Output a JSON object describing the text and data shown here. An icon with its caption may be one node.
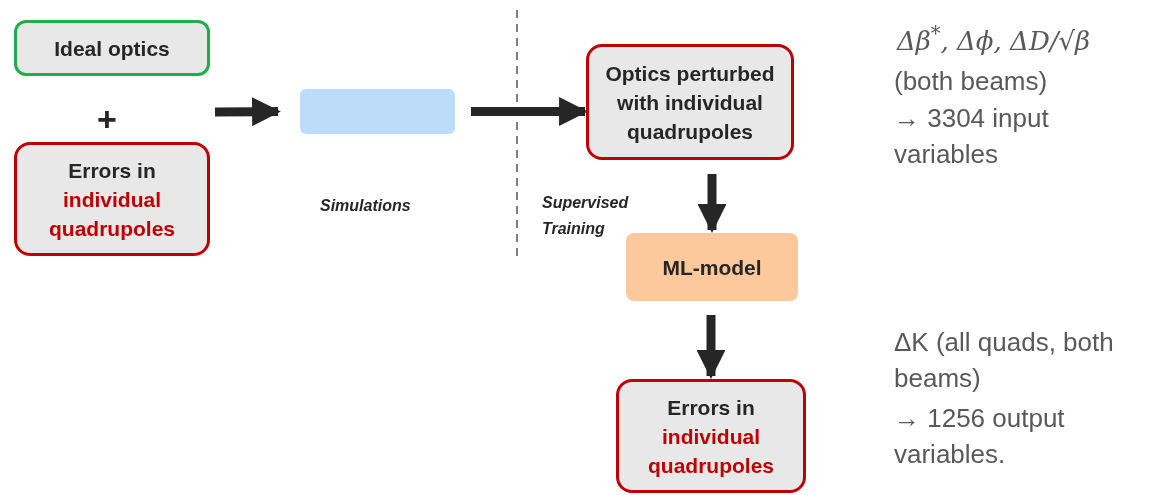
{
  "diagram": {
    "nodes": [
      {
        "text": [
          "Ideal optics"
        ]
      },
      {
        "text": [
          "Errors in",
          "individual quadrupoles"
        ]
      },
      {
        "text": [],
        "shape": "box"
      },
      {
        "text": [
          "Optics perturbed with individual quadrupoles"
        ]
      },
      {
        "text": [
          "ML-model"
        ]
      },
      {
        "text": [
          "Errors in",
          "individual quadrupoles"
        ]
      }
    ],
    "edges": [
      {
        "from": null,
        "to": 2,
        "arrow": "to"
      },
      {
        "from": 2,
        "to": 3,
        "arrow": "to"
      },
      {
        "from": 3,
        "to": 4,
        "arrow": "to"
      },
      {
        "from": 4,
        "to": 5,
        "arrow": "to"
      }
    ],
    "labels": [
      "+",
      "Simulations",
      "Supervised Training",
      "Δβ$^{*}$, Δϕ, ΔD/√β",
      "(both beams)",
      "→ 3304 input variables",
      "ΔK (all quads, both beams)",
      "→ 1256 output variables."
    ]
  }
}
